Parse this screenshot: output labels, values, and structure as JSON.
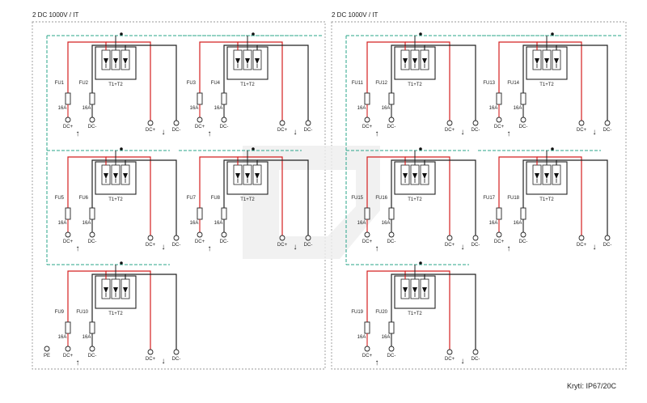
{
  "panels": [
    {
      "title": "2 DC 1000V / IT",
      "blocks": [
        {
          "fuses": [
            "FU1",
            "FU2"
          ],
          "rating": "16A",
          "spd": "T1+T2",
          "pe": false
        },
        {
          "fuses": [
            "FU3",
            "FU4"
          ],
          "rating": "16A",
          "spd": "T1+T2",
          "pe": false
        },
        {
          "fuses": [
            "FU5",
            "FU6"
          ],
          "rating": "16A",
          "spd": "T1+T2",
          "pe": false
        },
        {
          "fuses": [
            "FU7",
            "FU8"
          ],
          "rating": "16A",
          "spd": "T1+T2",
          "pe": false
        },
        {
          "fuses": [
            "FU9",
            "FU10"
          ],
          "rating": "16A",
          "spd": "T1+T2",
          "pe": true
        }
      ]
    },
    {
      "title": "2 DC 1000V / IT",
      "blocks": [
        {
          "fuses": [
            "FU11",
            "FU12"
          ],
          "rating": "16A",
          "spd": "T1+T2",
          "pe": false
        },
        {
          "fuses": [
            "FU13",
            "FU14"
          ],
          "rating": "16A",
          "spd": "T1+T2",
          "pe": false
        },
        {
          "fuses": [
            "FU15",
            "FU16"
          ],
          "rating": "16A",
          "spd": "T1+T2",
          "pe": false
        },
        {
          "fuses": [
            "FU17",
            "FU18"
          ],
          "rating": "16A",
          "spd": "T1+T2",
          "pe": false
        },
        {
          "fuses": [
            "FU19",
            "FU20"
          ],
          "rating": "16A",
          "spd": "T1+T2",
          "pe": false
        }
      ]
    }
  ],
  "terminals": {
    "plus": "DC+",
    "minus": "DC-",
    "pe": "PE"
  },
  "footer": "Krytí: IP67/20C",
  "colors": {
    "positive": "#d42020",
    "negative": "#222222",
    "pe_bus": "#2aa58a",
    "frame": "#999999"
  }
}
